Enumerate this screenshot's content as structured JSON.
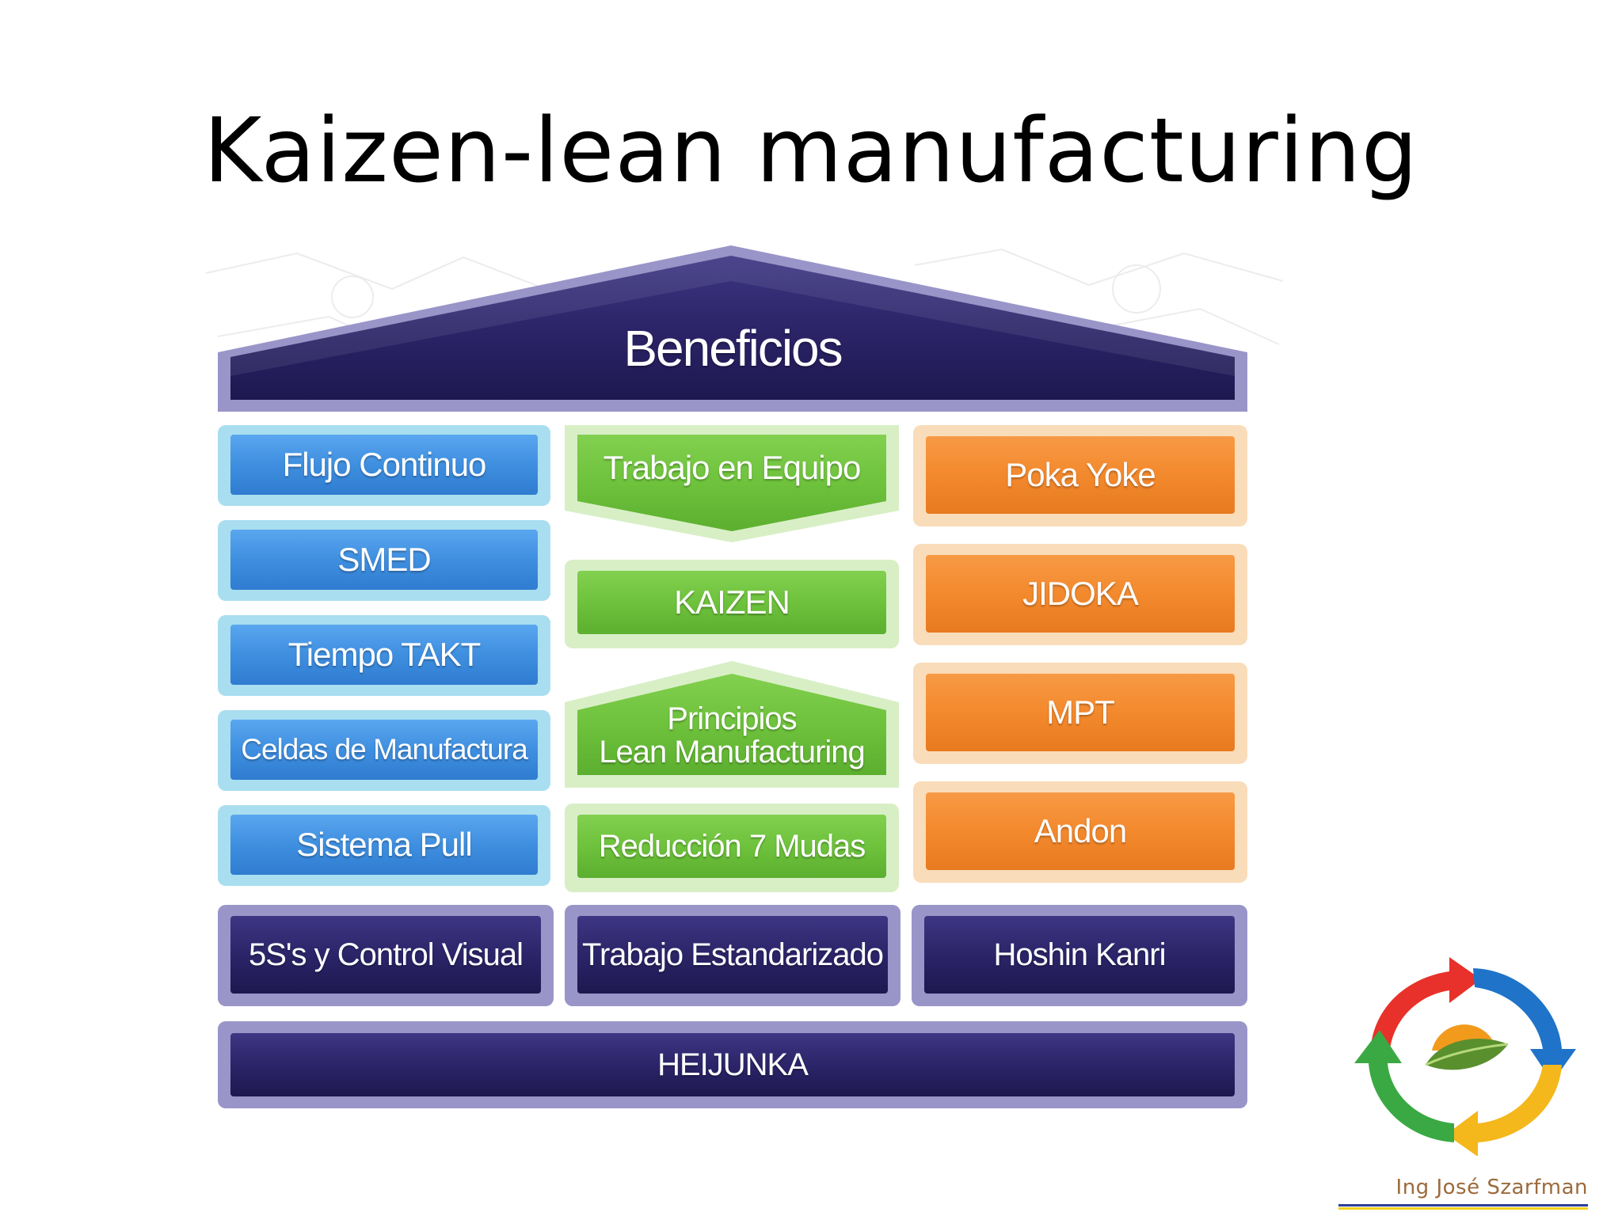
{
  "slide": {
    "title": "Kaizen-lean manufacturing",
    "author": "Ing José Szarfman"
  },
  "house": {
    "roof": "Beneficios",
    "left_column": [
      "Flujo Continuo",
      "SMED",
      "Tiempo TAKT",
      "Celdas de Manufactura",
      "Sistema Pull"
    ],
    "center_column": {
      "top": "Trabajo en Equipo",
      "middle": "KAIZEN",
      "principles": "Principios\nLean Manufacturing",
      "bottom": "Reducción 7 Mudas"
    },
    "right_column": [
      "Poka Yoke",
      "JIDOKA",
      "MPT",
      "Andon"
    ],
    "base_row": [
      "5S's y Control Visual",
      "Trabajo Estandarizado",
      "Hoshin Kanri"
    ],
    "foundation": "HEIJUNKA"
  },
  "colors": {
    "navy": "#2b2466",
    "navy_light": "#9a95c8",
    "blue": "#3f8fe0",
    "blue_light": "#a9def0",
    "green": "#6ec23c",
    "green_light": "#d8efc6",
    "orange": "#f3892d",
    "orange_light": "#f9dcb9",
    "logo_red": "#e8312a",
    "logo_blue": "#1f73c8",
    "logo_yellow": "#f4b71c",
    "logo_green": "#3aa943"
  }
}
